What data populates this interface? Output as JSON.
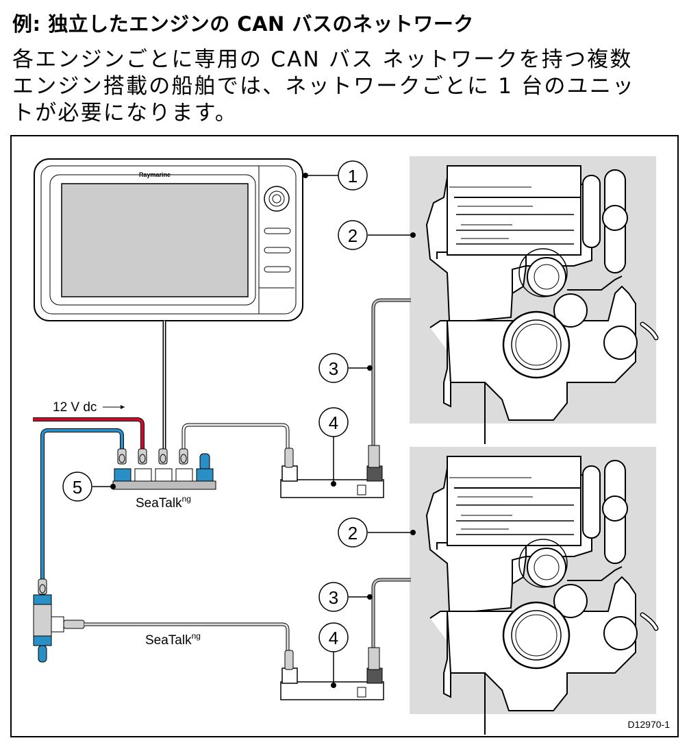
{
  "heading": "例: 独立したエンジンの CAN バスのネットワーク",
  "body_lines": [
    "各エンジンごとに専用の CAN バス ネットワークを持つ複数",
    "エンジン搭載の船舶では、ネットワークごとに 1 台のユニッ",
    "トが必要になります。"
  ],
  "diagram": {
    "display_brand": "Raymarine",
    "power_label": "12 V dc",
    "seatalk_label_1": "SeaTalk",
    "seatalk_sup_1": "ng",
    "seatalk_label_2": "SeaTalk",
    "seatalk_sup_2": "ng",
    "callouts": {
      "display": "1",
      "engine_top": "2",
      "engine_bottom": "2",
      "cable_top": "3",
      "cable_bottom": "3",
      "interface_top": "4",
      "interface_bottom": "4",
      "backbone": "5"
    },
    "figure_id": "D12970-1",
    "colors": {
      "power_cable": "#c8102e",
      "network_cable": "#2a8fc4",
      "engine_bg": "#dcdcdc",
      "screen": "#cccccc",
      "connector": "#d6d6d6"
    }
  }
}
